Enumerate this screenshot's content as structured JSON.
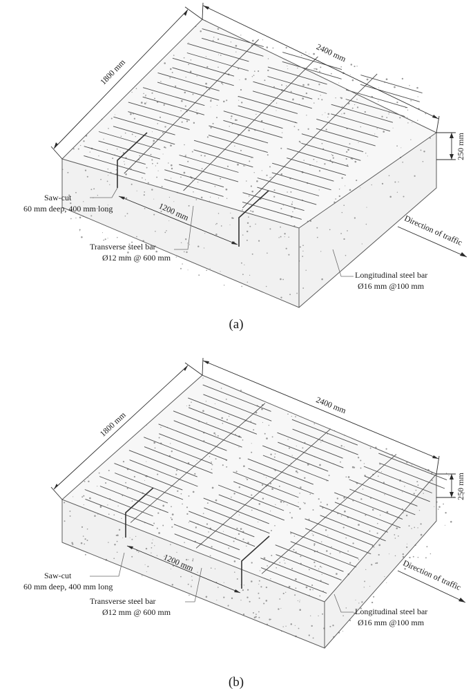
{
  "panels": [
    {
      "id": "a",
      "caption": "(a)",
      "dims": {
        "length": "2400 mm",
        "width": "1800 mm",
        "depth": "250 mm",
        "spacing": "1200 mm"
      },
      "labels": {
        "sawcut_title": "Saw-cut",
        "sawcut_detail": "60 mm deep, 400 mm long",
        "transverse_title": "Transverse steel bar",
        "transverse_detail": "Ø12 mm @ 600 mm",
        "longitudinal_title": "Longitudinal steel bar",
        "longitudinal_detail": "Ø16 mm @100 mm",
        "traffic": "Direction of traffic"
      }
    },
    {
      "id": "b",
      "caption": "(b)",
      "dims": {
        "length": "2400 mm",
        "width": "1800 mm",
        "depth": "250 mm",
        "spacing": "1200 mm"
      },
      "labels": {
        "sawcut_title": "Saw-cut",
        "sawcut_detail": "60 mm deep, 400 mm long",
        "transverse_title": "Transverse steel bar",
        "transverse_detail": "Ø12 mm @ 600 mm",
        "longitudinal_title": "Longitudinal steel bar",
        "longitudinal_detail": "Ø16 mm @100 mm",
        "traffic": "Direction of traffic"
      }
    }
  ]
}
